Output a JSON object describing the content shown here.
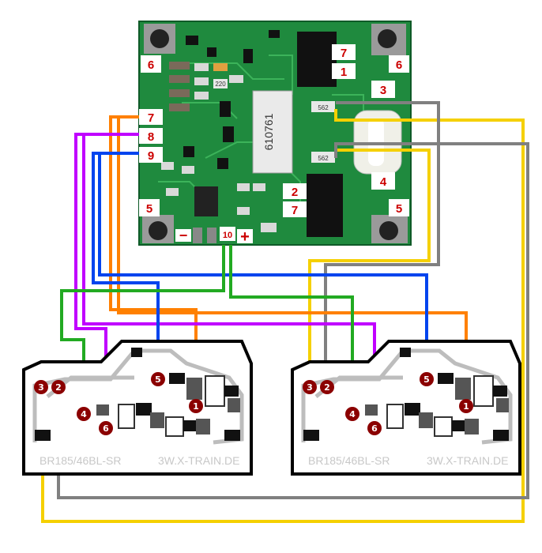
{
  "decoder": {
    "pad_labels": {
      "top_left_6": "6",
      "top_right_6": "6",
      "p7_top": "7",
      "p1_top": "1",
      "p3": "3",
      "p4": "4",
      "p5_left": "5",
      "p5_right": "5",
      "p2_mid": "2",
      "p7_mid": "7",
      "left_7": "7",
      "left_8": "8",
      "left_9": "9",
      "p10": "10",
      "minus": "−",
      "plus": "+"
    },
    "chip_label": "610761",
    "small_chip_a": "562",
    "small_chip_b": "562",
    "chip_c": "220"
  },
  "boards": [
    {
      "model_text": "BR185/46BL-SR",
      "brand_text": "3W.X-TRAIN.DE",
      "pins": [
        "3",
        "2",
        "5",
        "1",
        "4",
        "6"
      ]
    },
    {
      "model_text": "BR185/46BL-SR",
      "brand_text": "3W.X-TRAIN.DE",
      "pins": [
        "3",
        "2",
        "5",
        "1",
        "4",
        "6"
      ]
    }
  ],
  "wire_colors": {
    "orange": "#ff8000",
    "purple": "#c000ff",
    "blue": "#0044ee",
    "green": "#22aa22",
    "yellow": "#f5d000",
    "gray": "#808080"
  }
}
